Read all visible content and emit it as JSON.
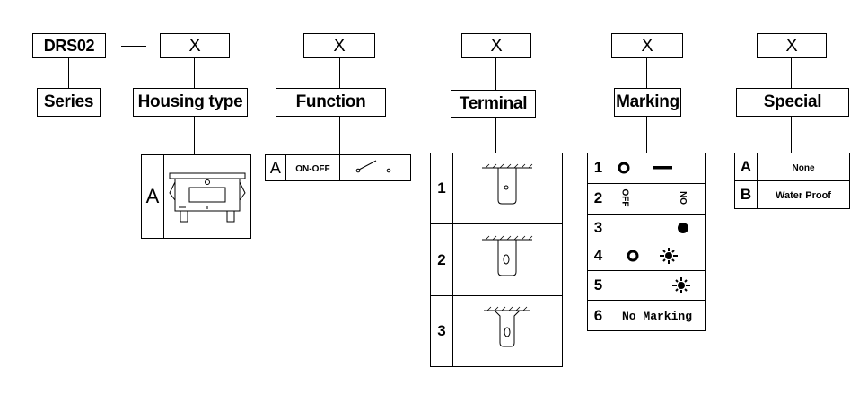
{
  "code": {
    "prefix": "DRS02",
    "separator": "—",
    "placeholder": "X"
  },
  "categories": {
    "series": "Series",
    "housing": "Housing type",
    "function": "Function",
    "terminal": "Terminal",
    "marking": "Marking",
    "special": "Special"
  },
  "housing": {
    "code": "A"
  },
  "function": {
    "code": "A",
    "label": "ON-OFF"
  },
  "terminal": {
    "rows": [
      "1",
      "2",
      "3"
    ]
  },
  "marking": {
    "rows": [
      "1",
      "2",
      "3",
      "4",
      "5",
      "6"
    ],
    "off": "OFF",
    "on": "ON",
    "none": "No Marking"
  },
  "special": {
    "rows": [
      {
        "code": "A",
        "label": "None"
      },
      {
        "code": "B",
        "label": "Water Proof"
      }
    ]
  },
  "colors": {
    "line": "#000000",
    "background": "#ffffff"
  }
}
